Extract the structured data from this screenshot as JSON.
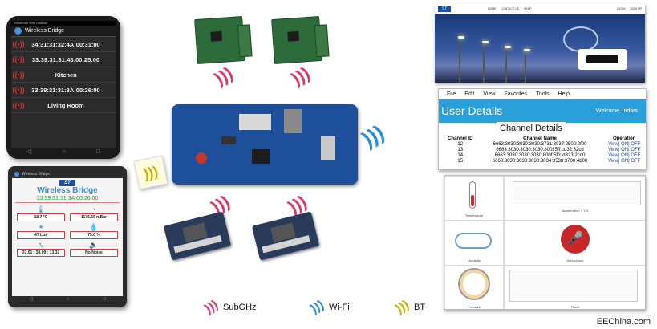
{
  "phone1": {
    "status": "Reserved WiFi network",
    "app_title": "Wireless Bridge",
    "items": [
      {
        "label": "34:31:31:32:4A:00:31:00"
      },
      {
        "label": "33:39:31:31:48:00:25:00"
      },
      {
        "label": "Kitchen"
      },
      {
        "label": "33:39:31:31:3A:00:26:00"
      },
      {
        "label": "Living Room"
      }
    ]
  },
  "phone2": {
    "app_title_small": "Wireless Bridge",
    "logo": "ST",
    "title": "Wireless Bridge",
    "device_id": "33:39:31:31:3A:00:26:00",
    "sensors": [
      {
        "value": "18.7 °C"
      },
      {
        "value": "1176.56 mBar"
      },
      {
        "value": "47 Lux"
      },
      {
        "value": "75.0 %"
      },
      {
        "value": "37.01 : 38.09 : 13.32"
      },
      {
        "value": "No Noise"
      }
    ]
  },
  "website": {
    "logo": "ST",
    "nav": [
      "HOME",
      "CONTACT US",
      "HELP",
      "LOGIN",
      "SIGN UP"
    ]
  },
  "user_details": {
    "menu": [
      "File",
      "Edit",
      "View",
      "Favorites",
      "Tools",
      "Help"
    ],
    "title": "User Details",
    "welcome": "Welcome, indars",
    "section": "Channel Details",
    "columns": [
      "Channel ID",
      "Channel Name",
      "Operation"
    ],
    "rows": [
      {
        "id": "12",
        "name": "6663:3030:3030:3030:3731:3037:2500:2f00",
        "op": "View| ON| OFF"
      },
      {
        "id": "13",
        "name": "6663:3030:3030:3030:800f:5ff:cd32:32cd",
        "op": "View| ON| OFF"
      },
      {
        "id": "14",
        "name": "6663:3030:3030:3030:800f:5ffc:d323:2cd0",
        "op": "View| ON| OFF"
      },
      {
        "id": "15",
        "name": "6663:3030:3030:3030:3034:3538:3700:4b00",
        "op": "View| ON| OFF"
      }
    ]
  },
  "dashboard": {
    "labels": {
      "temperature": "Temperature",
      "acceleration": "Acceleration X Y Z",
      "humidity": "Humidity",
      "microphone": "Microphone",
      "pressure": "Pressure",
      "photo": "Photo"
    }
  },
  "legend": [
    {
      "label": "SubGHz",
      "color": "#e0356a"
    },
    {
      "label": "Wi-Fi",
      "color": "#2b8fd6"
    },
    {
      "label": "BT",
      "color": "#c9b300"
    }
  ],
  "credit": "EEChina.com"
}
